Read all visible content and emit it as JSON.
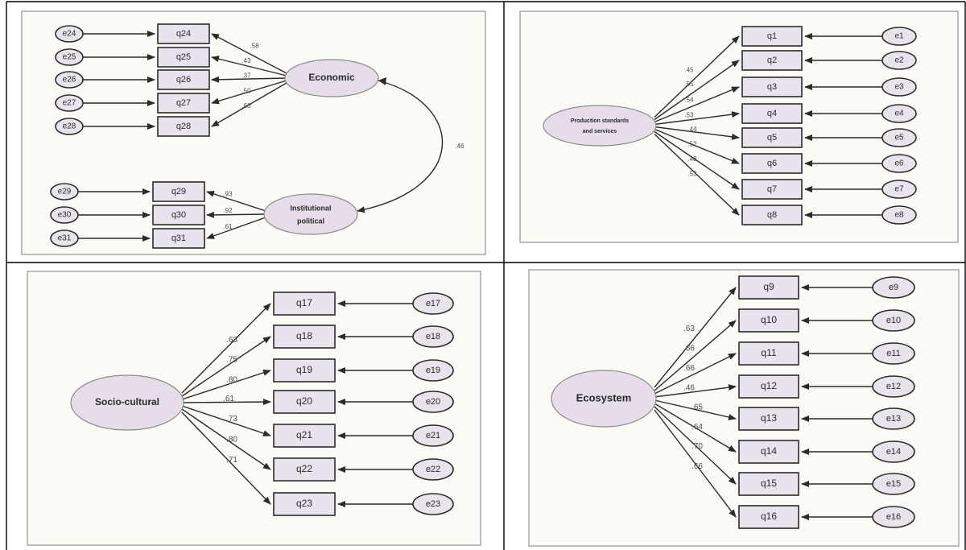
{
  "diagrams": {
    "economic_political": {
      "economic": {
        "latent": "Economic",
        "items": [
          {
            "error": "e24",
            "obs": "q24",
            "coef": ".58"
          },
          {
            "error": "e25",
            "obs": "q25",
            "coef": ".43"
          },
          {
            "error": "e26",
            "obs": "q26",
            "coef": ".37"
          },
          {
            "error": "e27",
            "obs": "q27",
            "coef": ".50"
          },
          {
            "error": "e28",
            "obs": "q28",
            "coef": ".60"
          }
        ]
      },
      "political": {
        "latent_line1": "Institutional",
        "latent_line2": "political",
        "items": [
          {
            "error": "e29",
            "obs": "q29",
            "coef": ".93"
          },
          {
            "error": "e30",
            "obs": "q30",
            "coef": ".92"
          },
          {
            "error": "e31",
            "obs": "q31",
            "coef": ".61"
          }
        ]
      },
      "correlation": ".46"
    },
    "production": {
      "latent_line1": "Production standards",
      "latent_line2": "and services",
      "items": [
        {
          "error": "e1",
          "obs": "q1",
          "coef": ".45"
        },
        {
          "error": "e2",
          "obs": "q2",
          "coef": ".55"
        },
        {
          "error": "e3",
          "obs": "q3",
          "coef": ".54"
        },
        {
          "error": "e4",
          "obs": "q4",
          "coef": ".53"
        },
        {
          "error": "e5",
          "obs": "q5",
          "coef": ".44"
        },
        {
          "error": "e6",
          "obs": "q6",
          "coef": ".52"
        },
        {
          "error": "e7",
          "obs": "q7",
          "coef": ".48"
        },
        {
          "error": "e8",
          "obs": "q8",
          "coef": ".53"
        }
      ]
    },
    "socio_cultural": {
      "latent": "Socio-cultural",
      "items": [
        {
          "error": "e17",
          "obs": "q17",
          "coef": ".63"
        },
        {
          "error": "e18",
          "obs": "q18",
          "coef": ".75"
        },
        {
          "error": "e19",
          "obs": "q19",
          "coef": ".80"
        },
        {
          "error": "e20",
          "obs": "q20",
          "coef": ".61"
        },
        {
          "error": "e21",
          "obs": "q21",
          "coef": ".73"
        },
        {
          "error": "e22",
          "obs": "q22",
          "coef": ".80"
        },
        {
          "error": "e23",
          "obs": "q23",
          "coef": ".71"
        }
      ]
    },
    "ecosystem": {
      "latent": "Ecosystem",
      "items": [
        {
          "error": "e9",
          "obs": "q9",
          "coef": ".63"
        },
        {
          "error": "e10",
          "obs": "q10",
          "coef": ".66"
        },
        {
          "error": "e11",
          "obs": "q11",
          "coef": ".66"
        },
        {
          "error": "e12",
          "obs": "q12",
          "coef": ".46"
        },
        {
          "error": "e13",
          "obs": "q13",
          "coef": ".65"
        },
        {
          "error": "e14",
          "obs": "q14",
          "coef": ".64"
        },
        {
          "error": "e15",
          "obs": "q15",
          "coef": ".70"
        },
        {
          "error": "e16",
          "obs": "q16",
          "coef": ".66"
        }
      ]
    }
  },
  "colors": {
    "node_fill": "#e9e3ee",
    "latent_fill": "#e6dcea",
    "stroke": "#2b2b2b",
    "panel_bg": "#fbfaf4"
  }
}
